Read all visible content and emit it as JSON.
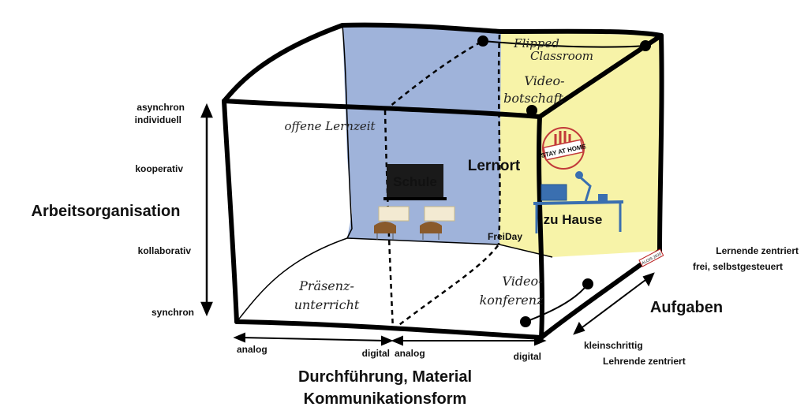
{
  "axes": {
    "vertical": {
      "title": "Arbeitsorganisation",
      "ticks": [
        "asynchron",
        "individuell",
        "kooperativ",
        "kollaborativ",
        "synchron"
      ]
    },
    "horizontal": {
      "title_line1": "Durchführung, Material",
      "title_line2": "Kommunikationsform",
      "left_segment": {
        "start": "analog",
        "end": "digital"
      },
      "right_segment": {
        "start": "analog",
        "end": "digital"
      }
    },
    "depth": {
      "title": "Aufgaben",
      "far_line1": "Lernende zentriert",
      "far_line2": "frei, selbstgesteuert",
      "near_line1": "kleinschrittig",
      "near_line2": "Lehrende zentriert"
    }
  },
  "cube": {
    "center_label": "Lernort",
    "school_sign": "Schule",
    "home_sign": "zu Hause",
    "stay_home_stamp": "STAY AT HOME",
    "corner_tag": "ALOIS 2020",
    "colors": {
      "school_face": "#9fb3da",
      "home_face": "#f7f3a8",
      "edges": "#000000"
    }
  },
  "annotations": {
    "offene_lernzeit": "offene Lernzeit",
    "flipped_1": "Flipped",
    "flipped_2": "Classroom",
    "video_botschaft_1": "Video-",
    "video_botschaft_2": "botschaft",
    "praesenz_1": "Präsenz-",
    "praesenz_2": "unterricht",
    "video_konferenz_1": "Video-",
    "video_konferenz_2": "konferenz",
    "freiday": "FreiDay"
  }
}
